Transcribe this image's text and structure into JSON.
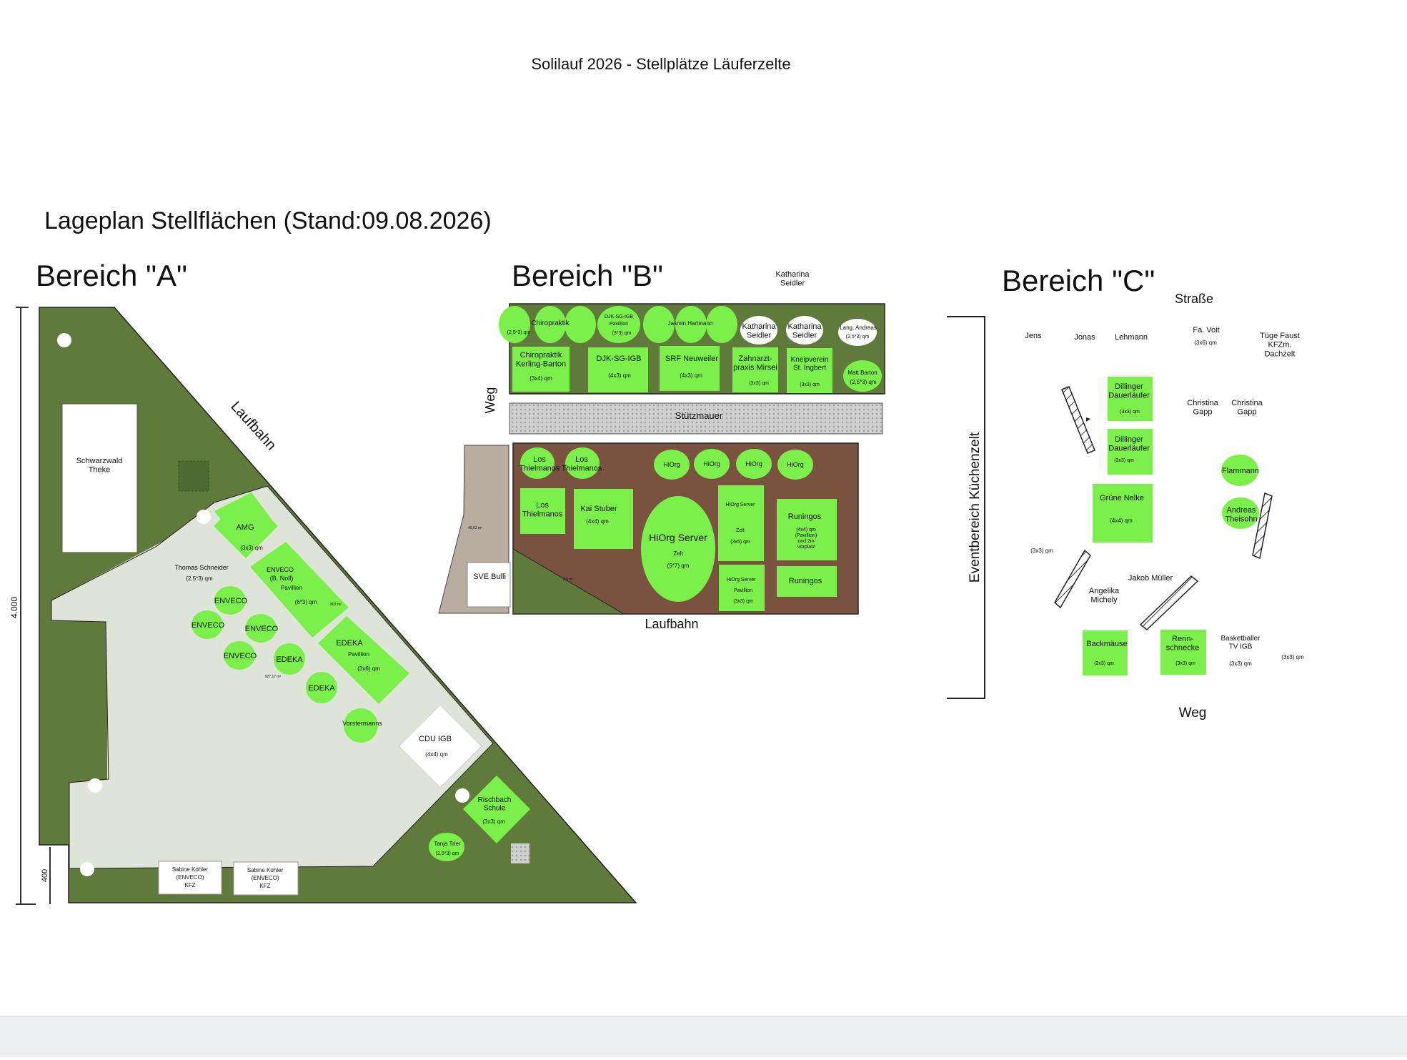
{
  "document": {
    "title": "Solilauf 2026 - Stellplätze Läuferzelte",
    "subtitle": "Lageplan Stellflächen (Stand:09.08.2026)"
  },
  "colors": {
    "grass": "#5f7a3b",
    "paved": "#dfe4d8",
    "lime": "#7cf04a",
    "brown": "#7a5240",
    "gravel": "#cfcfcf",
    "path": "#b9aca0",
    "white": "#ffffff"
  },
  "area_a": {
    "heading": "Bereich \"A\"",
    "path_label": "Laufbahn",
    "dim_total": "4.000",
    "dim_small": "400",
    "area_note": "927,17 m²",
    "theke": "Schwarzwald Theke",
    "amg": {
      "name": "AMG",
      "size": "(3x3) qm"
    },
    "schneider": {
      "name": "Thomas Schneider",
      "size": "(2,5*3) qm"
    },
    "enveco_pav": {
      "name": "ENVECO",
      "sub": "(B. Noll)",
      "pav": "Pavillion",
      "size": "(6*3) qm",
      "note": "802 m²"
    },
    "enveco": "ENVECO",
    "edeka_pav": {
      "name": "EDEKA",
      "pav": "Pavillion",
      "size": "(3x6) qm"
    },
    "edeka": "EDEKA",
    "vorstermanns": "Vorstermanns",
    "cdu": {
      "name": "CDU IGB",
      "size": "(4x4) qm"
    },
    "rischbach": {
      "name": "Rischbach Schule",
      "size": "(3x3) qm"
    },
    "tanja": {
      "name": "Tanja Trier",
      "size": "(2,5*3) qm"
    },
    "kohler": {
      "name": "Sabine Kohler",
      "sub": "(ENVECO)",
      "kfz": "KFZ"
    }
  },
  "area_b": {
    "heading": "Bereich \"B\"",
    "top_label": "Katharina Seidler",
    "weg": "Weg",
    "wall": "Stützmauer",
    "laufbahn": "Laufbahn",
    "path_note": "45,02 m²",
    "tri_note": "9,6 m²",
    "top_row": {
      "small_size": "(2,5*3) qm",
      "chiropraktik": "Chiropraktik",
      "djk_pav": "DJK-SG-IGB",
      "pavillion": "Pavillion",
      "djk_size": "(3*3) qm",
      "jasmin": "Jasmin Hartmann",
      "katharina": "Katharina Seidler",
      "lang": "Lang, Andreas",
      "lang_size": "(2,5*3) qm"
    },
    "boxes": {
      "chiro": {
        "name": "Chiropraktik Kerling-Barton",
        "size": "(3x4) qm"
      },
      "djk": {
        "name": "DJK-SG-IGB",
        "size": "(4x3) qm"
      },
      "srf": {
        "name": "SRF Neuweiler",
        "size": "(4x3) qm"
      },
      "zahn": {
        "name": "Zahnarzt- praxis Mirsei",
        "size": "(3x3) qm"
      },
      "kneip": {
        "name": "Kneipverein St. Ingbert",
        "size": "(3x3) qm"
      },
      "matt": {
        "name": "Matt Barton",
        "size": "(2,5*3) qm"
      }
    },
    "lower": {
      "los": "Los Thielmanos",
      "hiorg": "HiOrg",
      "kai": {
        "name": "Kai Stuber",
        "size": "(4x4) qm"
      },
      "server": {
        "name": "HiOrg Server",
        "zelt": "Zelt",
        "size": "(5*7) qm"
      },
      "server_small": {
        "name": "HiOrg Server",
        "zelt": "Zelt",
        "size": "(3x5) qm"
      },
      "server_pav": {
        "name": "HiOrg Server",
        "pav": "Pavillion",
        "size": "(3x3) qm"
      },
      "runingos": "Runingos",
      "runingos_size": "(4x4) qm (Pavillion) und 2m Vorplatz",
      "sve": "SVE Bulli"
    }
  },
  "area_c": {
    "heading": "Bereich \"C\"",
    "strasse": "Straße",
    "weg": "Weg",
    "event": "Eventbereich Küchenzelt",
    "names": {
      "jens": "Jens",
      "jonas": "Jonas",
      "lehmann": "Lehmann",
      "voit": "Fa. Voit",
      "voit_size": "(3x6) qm",
      "tuege": "Tüge Faust KFZm. Dachzelt",
      "gapp": "Christina Gapp",
      "angelika": "Angelika Michely",
      "jakob": "Jakob Müller",
      "basket": "Basketballer TV IGB",
      "basket_size": "(3x3) qm",
      "size_33": "(3x3) qm"
    },
    "boxes": {
      "dill": "Dillinger Dauerläufer",
      "dill_size": "(3x3) qm",
      "nelke": "Grüne Nelke",
      "nelke_size": "(4x4) qm",
      "flammann": "Flammann",
      "andreas": "Andreas Theisohn",
      "back": "Backmäuse",
      "back_size": "(3x3) qm",
      "renn": "Renn- schnecke",
      "renn_size": "(3x3) qm"
    }
  }
}
